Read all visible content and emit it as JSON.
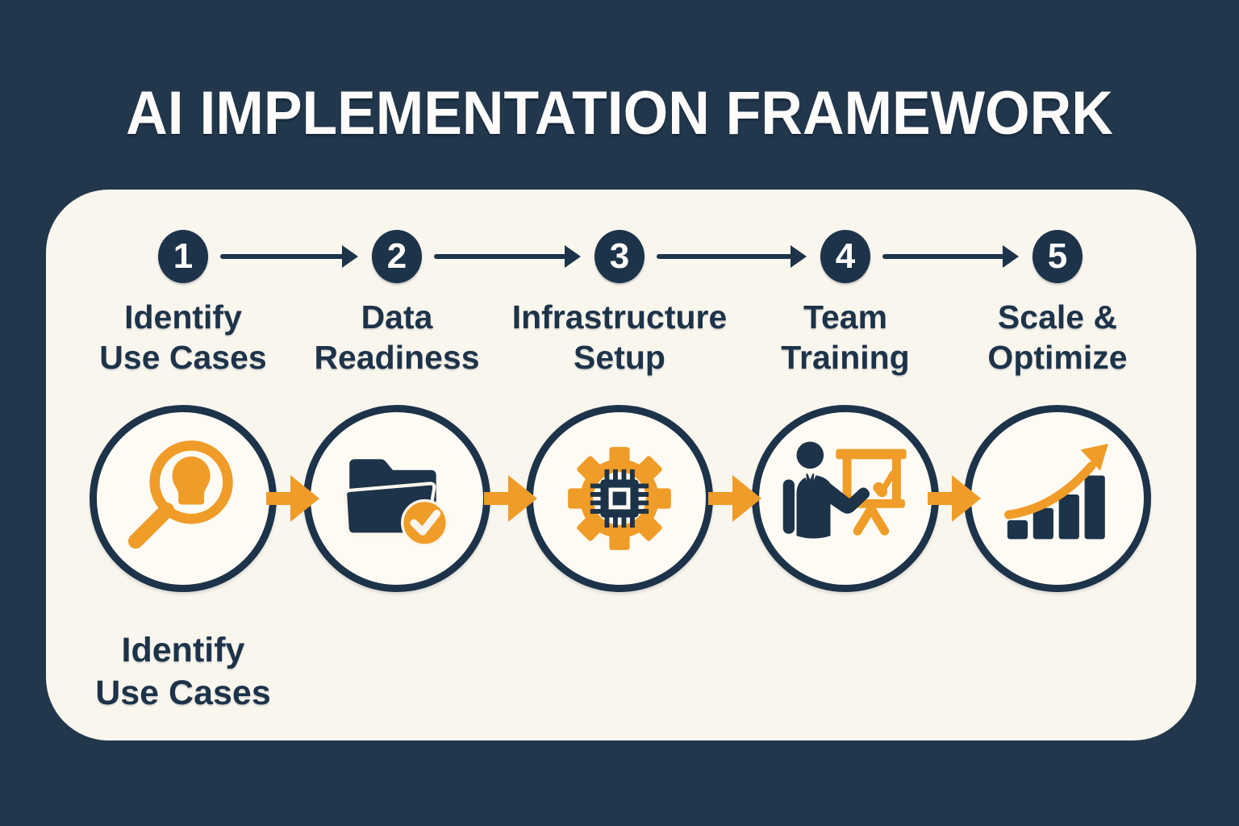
{
  "title": "AI IMPLEMENTATION FRAMEWORK",
  "colors": {
    "background": "#22374c",
    "navy": "#1d3349",
    "card": "#f9f6ee",
    "circle_fill": "#fdfbf4",
    "orange": "#f09c28",
    "white": "#fdfcfa"
  },
  "steps": [
    {
      "number": "1",
      "label_line1": "Identify",
      "label_line2": "Use Cases",
      "icon": "magnifier-lightbulb-icon"
    },
    {
      "number": "2",
      "label_line1": "Data",
      "label_line2": "Readiness",
      "icon": "folder-check-icon"
    },
    {
      "number": "3",
      "label_line1": "Infrastructure",
      "label_line2": "Setup",
      "icon": "gear-chip-icon"
    },
    {
      "number": "4",
      "label_line1": "Team",
      "label_line2": "Training",
      "icon": "presenter-whiteboard-icon"
    },
    {
      "number": "5",
      "label_line1": "Scale &",
      "label_line2": "Optimize",
      "icon": "growth-chart-icon"
    }
  ],
  "footer_label": {
    "line1": "Identify",
    "line2": "Use Cases"
  }
}
